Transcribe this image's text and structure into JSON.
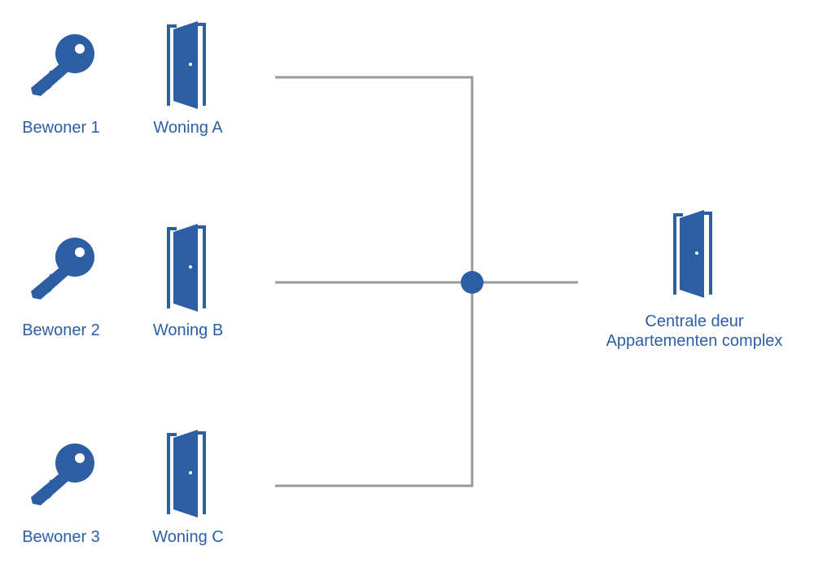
{
  "colors": {
    "accent": "#2d5ea3",
    "line": "#999999"
  },
  "rows": [
    {
      "resident": "Bewoner 1",
      "dwelling": "Woning A",
      "key_icon": "key-icon",
      "door_icon": "door-icon"
    },
    {
      "resident": "Bewoner 2",
      "dwelling": "Woning B",
      "key_icon": "key-icon",
      "door_icon": "door-icon"
    },
    {
      "resident": "Bewoner 3",
      "dwelling": "Woning C",
      "key_icon": "key-icon",
      "door_icon": "door-icon"
    }
  ],
  "central": {
    "line1": "Centrale deur",
    "line2": "Appartementen complex",
    "icon": "door-icon"
  },
  "junction_icon": "junction-dot"
}
